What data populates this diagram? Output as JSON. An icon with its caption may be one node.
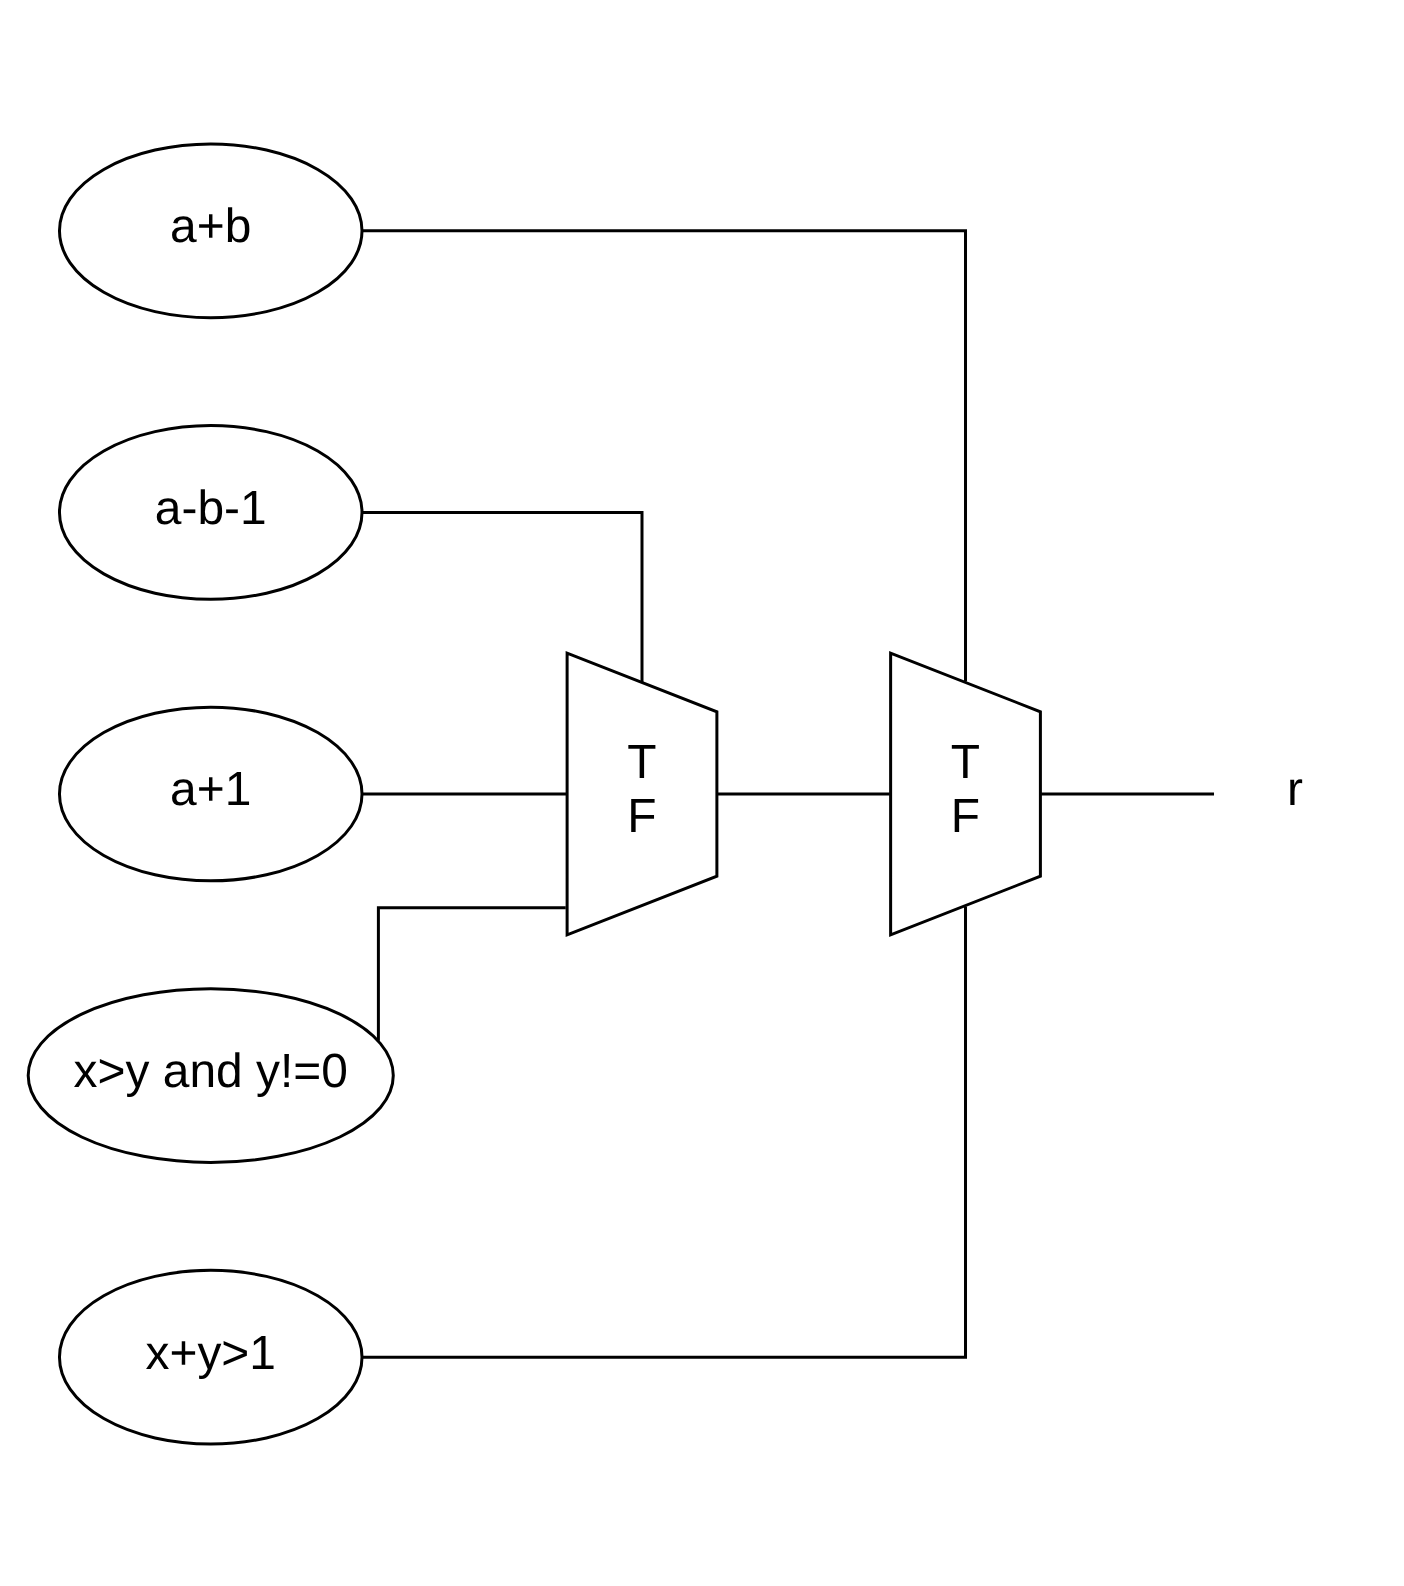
{
  "diagram": {
    "nodes": [
      {
        "text": [
          "a+b"
        ]
      },
      {
        "text": [
          "a-b-1"
        ]
      },
      {
        "text": [
          "a+1"
        ]
      },
      {
        "text": [
          "x>y and y!=0"
        ]
      },
      {
        "text": [
          "x+y>1"
        ]
      },
      {
        "text": [
          "T",
          "F"
        ]
      },
      {
        "text": [
          "T",
          "F"
        ]
      },
      {
        "text": [
          "r"
        ]
      }
    ],
    "edges": [
      {
        "from": 0,
        "to": 5,
        "arrow": "none"
      },
      {
        "from": 1,
        "to": 6,
        "arrow": "none"
      },
      {
        "from": 2,
        "to": 6,
        "arrow": "none"
      },
      {
        "from": 6,
        "to": 5,
        "arrow": "none"
      },
      {
        "from": 3,
        "to": 6,
        "arrow": "none"
      },
      {
        "from": 4,
        "to": 5,
        "arrow": "none"
      },
      {
        "from": 5,
        "to": 7,
        "arrow": "none"
      }
    ]
  }
}
